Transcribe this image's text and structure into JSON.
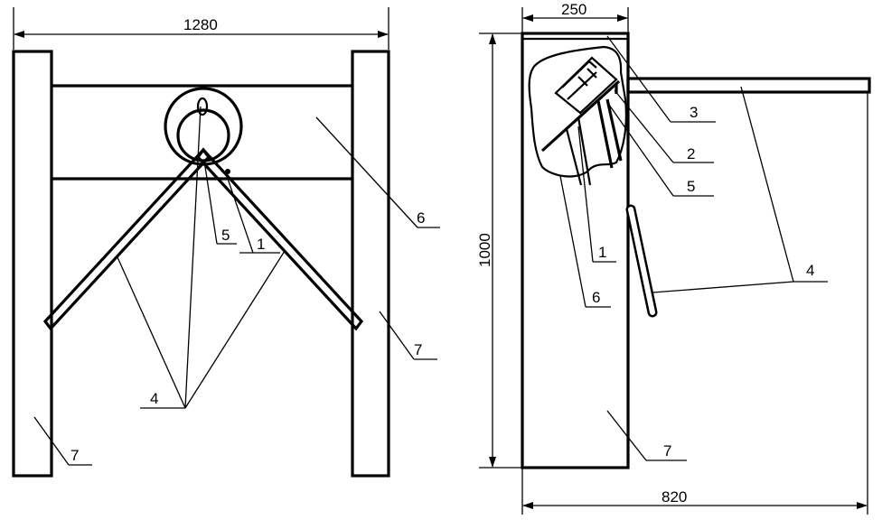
{
  "front_view": {
    "width_dim": "1280",
    "labels": {
      "arms": "4",
      "rotor": "5",
      "mechanism": "1",
      "housing": "6",
      "post_right": "7",
      "post_left": "7"
    }
  },
  "side_view": {
    "depth_dim": "250",
    "height_dim": "1000",
    "total_dim": "820",
    "labels": {
      "cover": "3",
      "part2": "2",
      "part5": "5",
      "part1": "1",
      "part6": "6",
      "arms": "4",
      "body": "7"
    }
  }
}
